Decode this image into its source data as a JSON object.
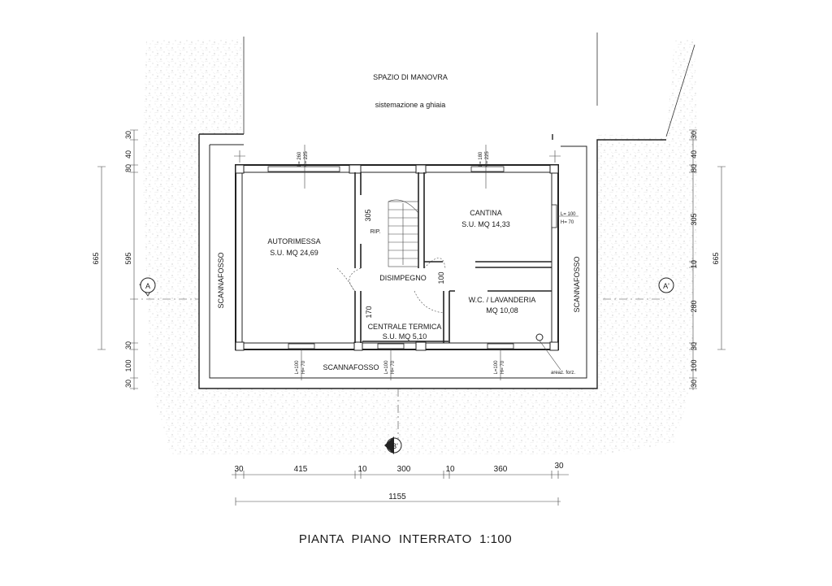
{
  "title": "PIANTA  PIANO  INTERRATO  1:100",
  "outside": {
    "maneuver": "SPAZIO DI MANOVRA",
    "gravel": "sistemazione a ghiaia",
    "ditch": "SCANNAFOSSO"
  },
  "rooms": {
    "garage": {
      "name": "AUTORIMESSA",
      "area": "S.U.  MQ  24,69"
    },
    "storage": {
      "name": "RIP."
    },
    "cellar": {
      "name": "CANTINA",
      "area": "S.U.  MQ  14,33"
    },
    "hall": {
      "name": "DISIMPEGNO"
    },
    "boiler": {
      "name": "CENTRALE TERMICA",
      "area": "S.U.  MQ  5,10"
    },
    "laundry": {
      "name": "W.C. / LAVANDERIA",
      "area": "MQ  10,08"
    }
  },
  "windows": {
    "garage_top": {
      "l": "L= 260",
      "h": "H= 225"
    },
    "cellar_top": {
      "l": "L= 180",
      "h": "H= 225"
    },
    "cellar_right": {
      "l": "L= 100",
      "h": "H= 70"
    },
    "bottom_left": {
      "l": "L=100",
      "h": "H= 70"
    },
    "bottom_mid": {
      "l": "L=100",
      "h": "H= 70"
    },
    "bottom_right": {
      "l": "L=100",
      "h": "H= 70"
    }
  },
  "note_vent": "areaz. forz.",
  "sections": {
    "a": "A",
    "a_prime": "A'",
    "b_prime": "B'"
  },
  "dims": {
    "inner": {
      "d305": "305",
      "d100": "100",
      "d170": "170"
    },
    "left_chain": [
      "30",
      "40",
      "80",
      "595",
      "30",
      "100",
      "30"
    ],
    "left_total": "665",
    "right_chain": [
      "30",
      "40",
      "80",
      "305",
      "10",
      "280",
      "30",
      "100",
      "30"
    ],
    "right_total": "665",
    "bottom_chain": [
      "30",
      "415",
      "10",
      "300",
      "10",
      "360",
      "30"
    ],
    "bottom_total": "1155"
  }
}
